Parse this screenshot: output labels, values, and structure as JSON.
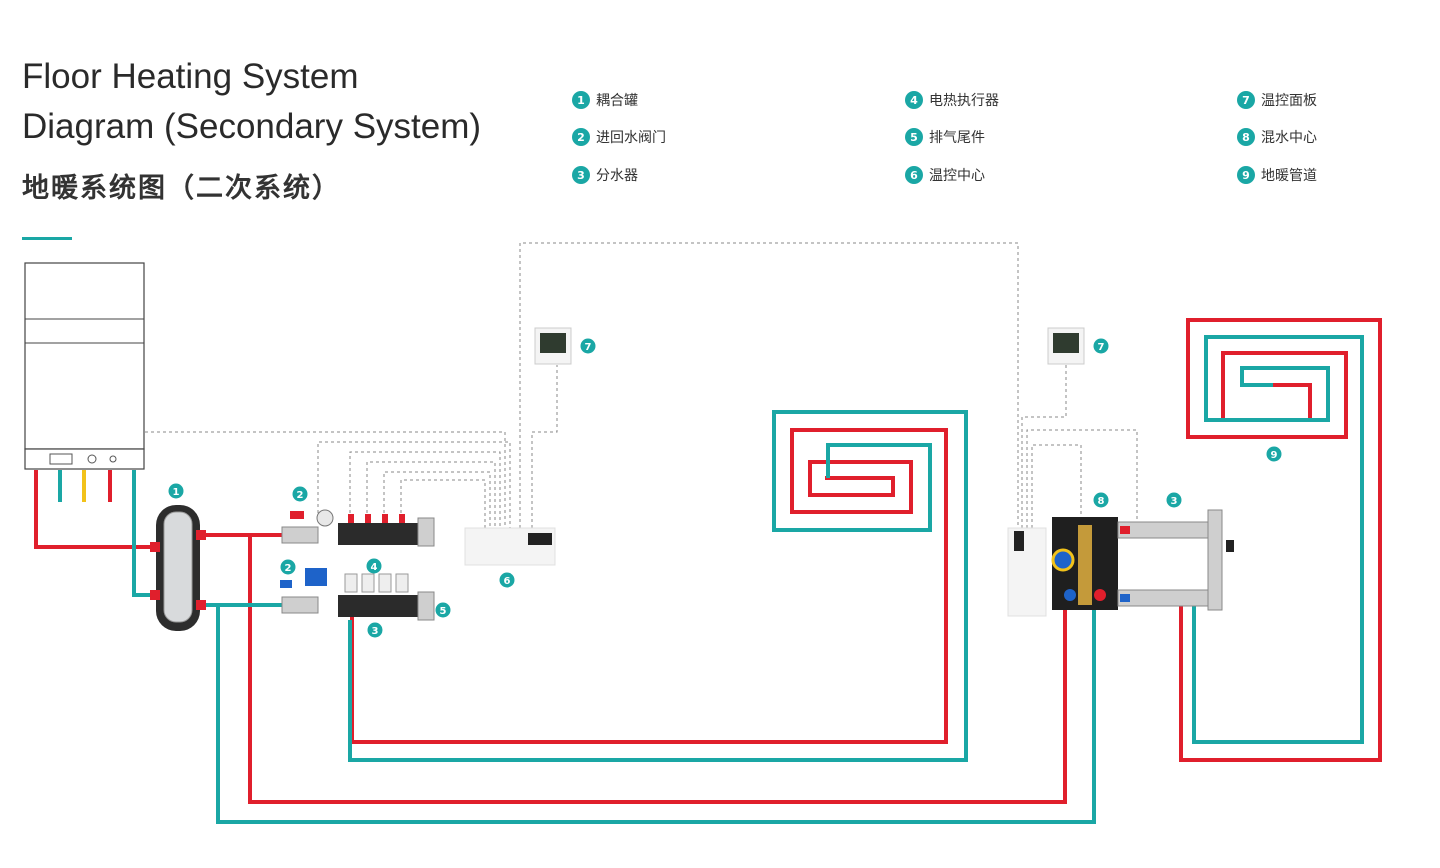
{
  "title": {
    "line1": "Floor Heating System",
    "line2": "Diagram (Secondary System)",
    "cn": "地暖系统图（二次系统）"
  },
  "colors": {
    "teal": "#1aa7a5",
    "red": "#e01f2c",
    "yellow": "#f2c21a",
    "dash": "#8a8a8a"
  },
  "legend": [
    {
      "num": "1",
      "label": "耦合罐"
    },
    {
      "num": "2",
      "label": "进回水阀门"
    },
    {
      "num": "3",
      "label": "分水器"
    },
    {
      "num": "4",
      "label": "电热执行器"
    },
    {
      "num": "5",
      "label": "排气尾件"
    },
    {
      "num": "6",
      "label": "温控中心"
    },
    {
      "num": "7",
      "label": "温控面板"
    },
    {
      "num": "8",
      "label": "混水中心"
    },
    {
      "num": "9",
      "label": "地暖管道"
    }
  ],
  "markers": {
    "m1": "1",
    "m2a": "2",
    "m2b": "2",
    "m3a": "3",
    "m4": "4",
    "m5": "5",
    "m6": "6",
    "m7a": "7",
    "m7b": "7",
    "m8": "8",
    "m3b": "3",
    "m9": "9"
  }
}
